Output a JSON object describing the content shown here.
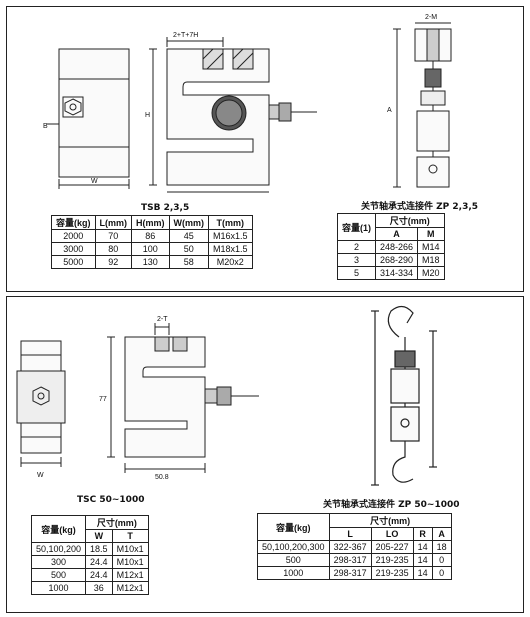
{
  "top": {
    "tsb_caption": "TSB 2,3,5",
    "tsb_table": {
      "headers": [
        "容量(kg)",
        "L(mm)",
        "H(mm)",
        "W(mm)",
        "T(mm)"
      ],
      "rows": [
        [
          "2000",
          "70",
          "86",
          "45",
          "M16x1.5"
        ],
        [
          "3000",
          "80",
          "100",
          "50",
          "M18x1.5"
        ],
        [
          "5000",
          "92",
          "130",
          "58",
          "M20x2"
        ]
      ]
    },
    "zp_caption": "关节轴承式连接件 ZP 2,3,5",
    "zp_table": {
      "col_capacity": "容量(1)",
      "group_header": "尺寸(mm)",
      "sub_headers": [
        "A",
        "M"
      ],
      "rows": [
        [
          "2",
          "248-266",
          "M14"
        ],
        [
          "3",
          "268-290",
          "M18"
        ],
        [
          "5",
          "314-334",
          "M20"
        ]
      ]
    },
    "dim_labels": {
      "top_dim": "2+T+7H",
      "right_dim": "2-M",
      "h": "H",
      "b": "B",
      "w": "W",
      "a": "A"
    }
  },
  "bottom": {
    "tsc_caption": "TSC 50~1000",
    "tsc_table": {
      "col_capacity": "容量(kg)",
      "group_header": "尺寸(mm)",
      "sub_headers": [
        "W",
        "T"
      ],
      "rows": [
        [
          "50,100,200",
          "18.5",
          "M10x1"
        ],
        [
          "300",
          "24.4",
          "M10x1"
        ],
        [
          "500",
          "24.4",
          "M12x1"
        ],
        [
          "1000",
          "36",
          "M12x1"
        ]
      ]
    },
    "zp_caption": "关节轴承式连接件 ZP 50~1000",
    "zp_table": {
      "col_capacity": "容量(kg)",
      "group_header": "尺寸(mm)",
      "sub_headers": [
        "L",
        "LO",
        "R",
        "A"
      ],
      "rows": [
        [
          "50,100,200,300",
          "322-367",
          "205-227",
          "14",
          "18"
        ],
        [
          "500",
          "298-317",
          "219-235",
          "14",
          "0"
        ],
        [
          "1000",
          "298-317",
          "219-235",
          "14",
          "0"
        ]
      ]
    },
    "dim_labels": {
      "top_dim": "2-T",
      "height": "77",
      "width": "50.8",
      "w": "W"
    }
  }
}
